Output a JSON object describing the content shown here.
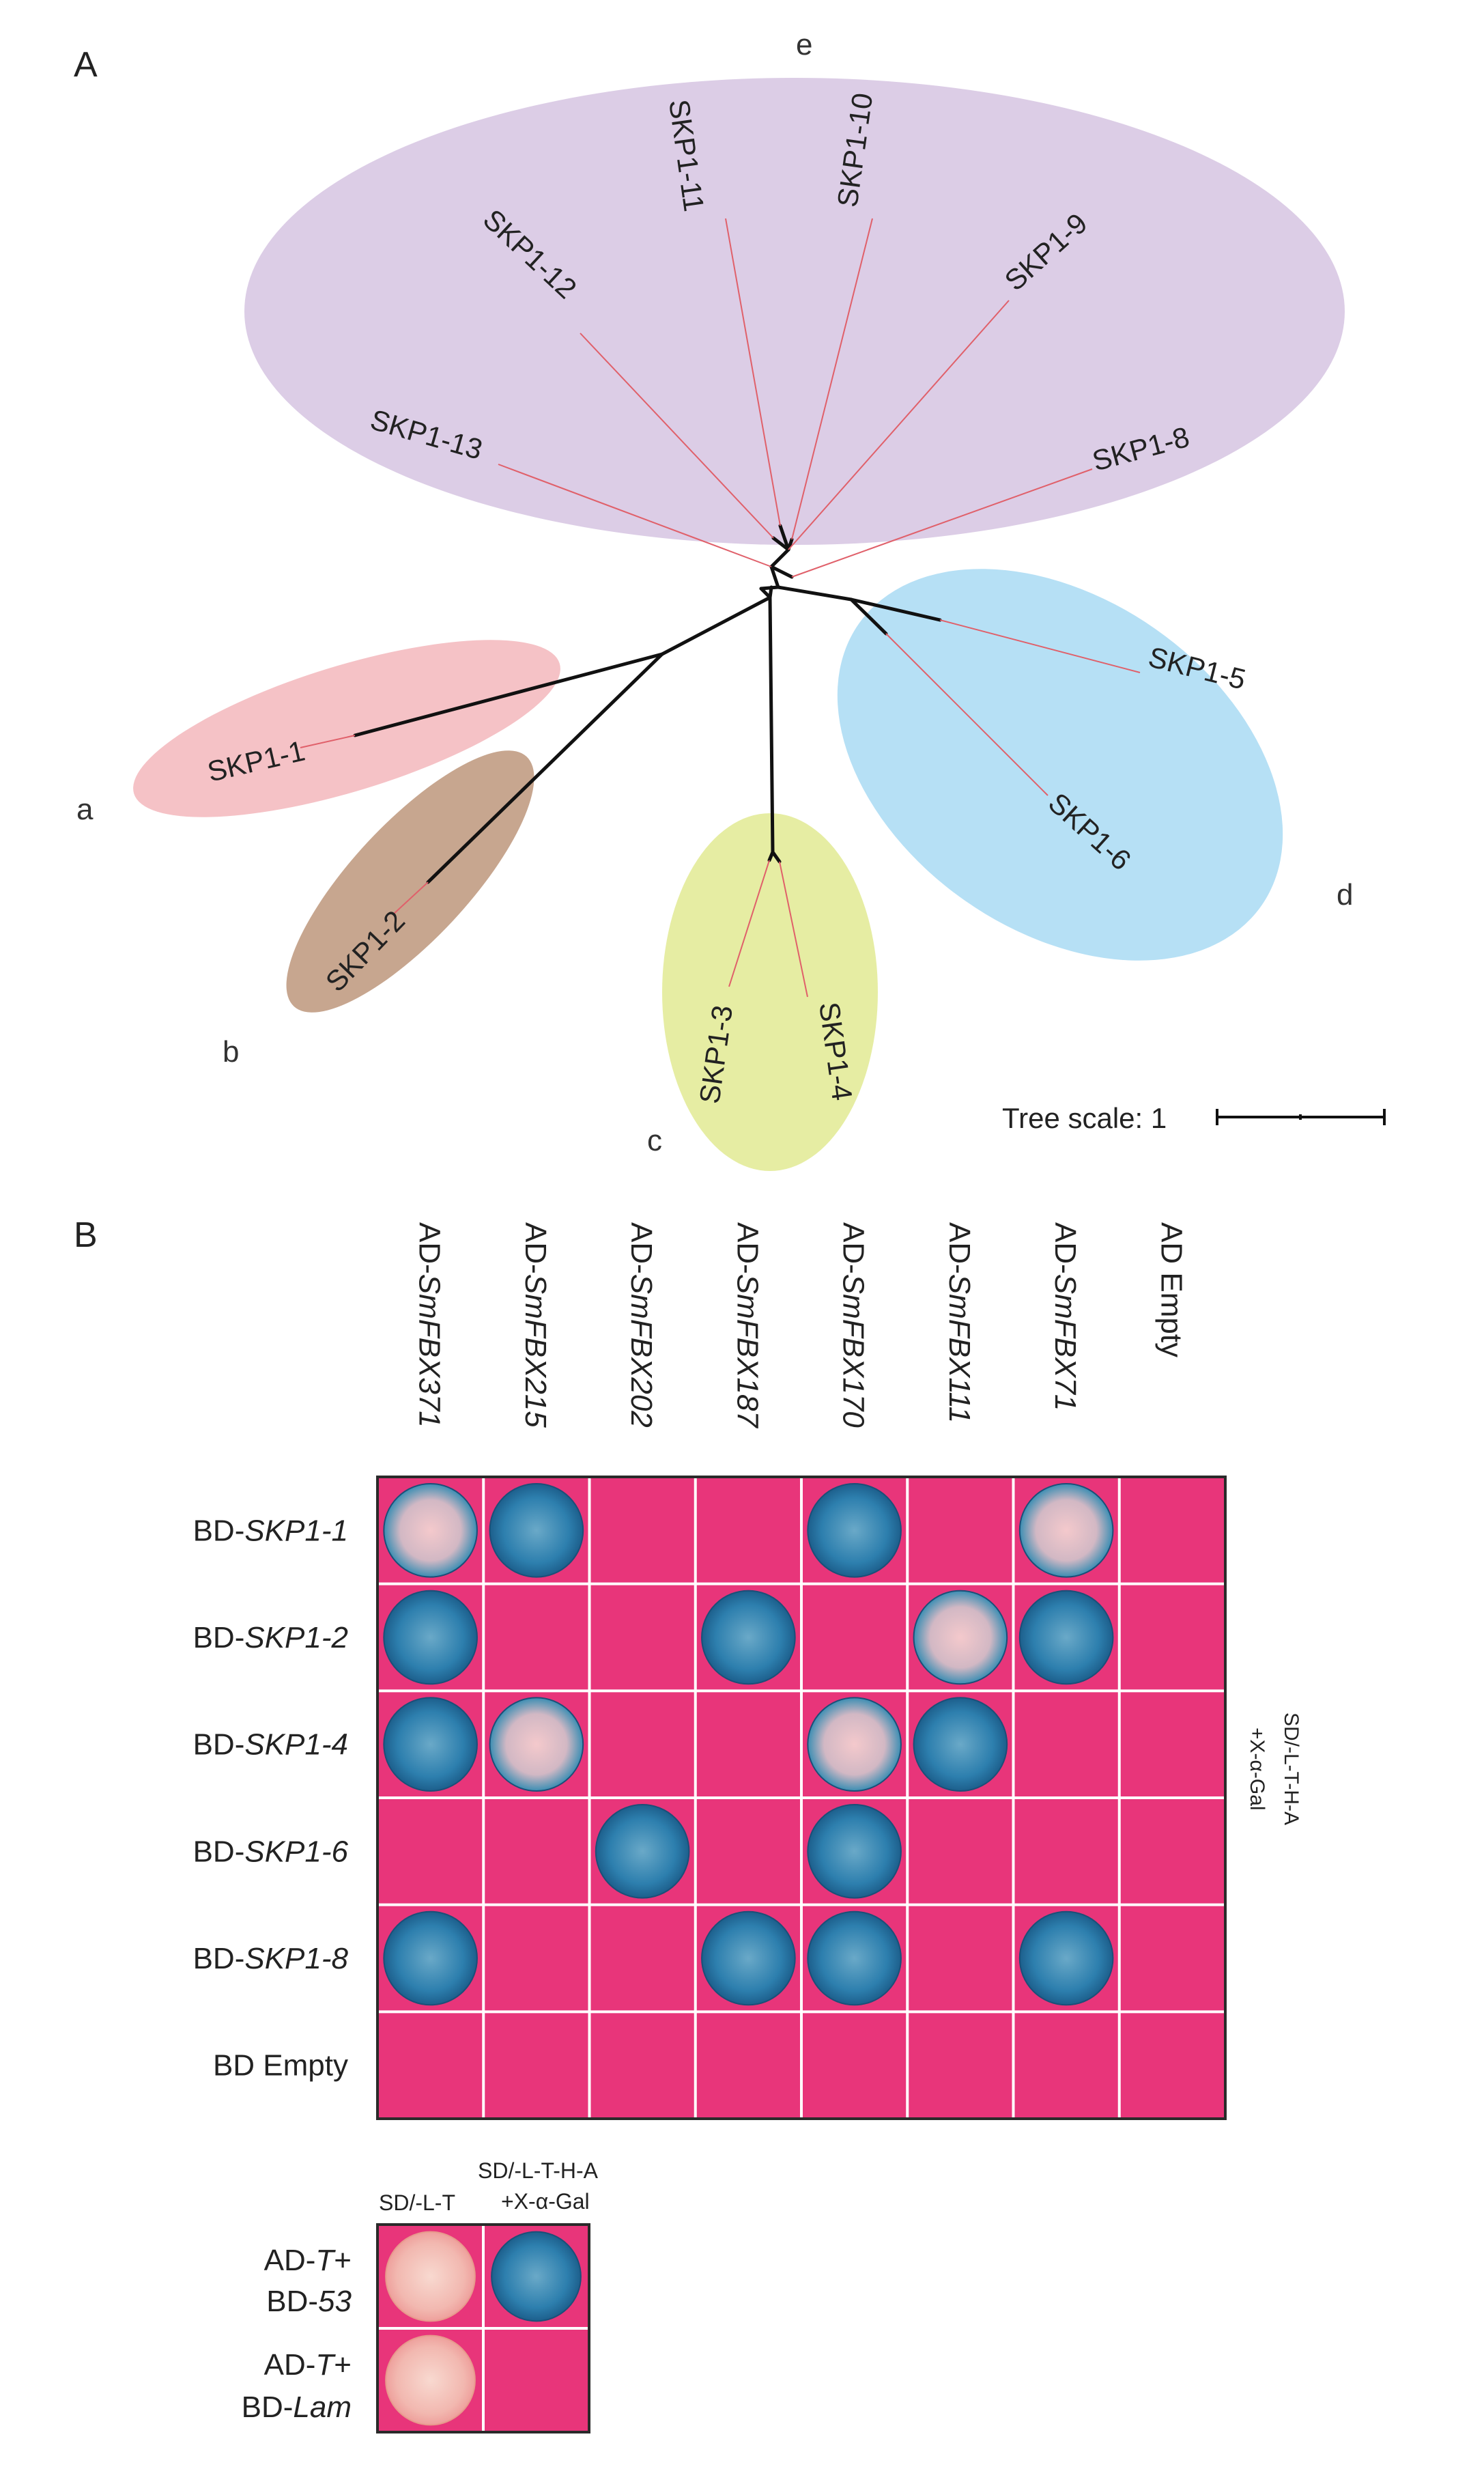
{
  "panel_a": {
    "label": "A",
    "groups": [
      {
        "id": "e",
        "color": "#dccde6",
        "label_color": "#333333",
        "members": [
          "SKP1-8",
          "SKP1-9",
          "SKP1-10",
          "SKP1-11",
          "SKP1-12",
          "SKP1-13"
        ]
      },
      {
        "id": "a",
        "color": "#f5c2c6",
        "label_color": "#333333",
        "members": [
          "SKP1-1"
        ]
      },
      {
        "id": "b",
        "color": "#c7a68f",
        "label_color": "#333333",
        "members": [
          "SKP1-2"
        ]
      },
      {
        "id": "c",
        "color": "#e6eda3",
        "label_color": "#333333",
        "members": [
          "SKP1-3",
          "SKP1-4"
        ]
      },
      {
        "id": "d",
        "color": "#b6e0f5",
        "label_color": "#333333",
        "members": [
          "SKP1-5",
          "SKP1-6"
        ]
      }
    ],
    "leaves": {
      "skp1_1": "SKP1-1",
      "skp1_2": "SKP1-2",
      "skp1_3": "SKP1-3",
      "skp1_4": "SKP1-4",
      "skp1_5": "SKP1-5",
      "skp1_6": "SKP1-6",
      "skp1_8": "SKP1-8",
      "skp1_9": "SKP1-9",
      "skp1_10": "SKP1-10",
      "skp1_11": "SKP1-11",
      "skp1_12": "SKP1-12",
      "skp1_13": "SKP1-13"
    },
    "scale_label": "Tree scale: 1",
    "leaf_line_color": "#e0606a",
    "branch_color": "#111111"
  },
  "panel_b": {
    "label": "B",
    "column_headers": [
      {
        "prefix": "AD-",
        "gene": "SmFBX371"
      },
      {
        "prefix": "AD-",
        "gene": "SmFBX215"
      },
      {
        "prefix": "AD-",
        "gene": "SmFBX202"
      },
      {
        "prefix": "AD-",
        "gene": "SmFBX187"
      },
      {
        "prefix": "AD-",
        "gene": "SmFBX170"
      },
      {
        "prefix": "AD-",
        "gene": "SmFBX111"
      },
      {
        "prefix": "AD-",
        "gene": "SmFBX71"
      },
      {
        "prefix": "",
        "gene": "AD Empty"
      }
    ],
    "row_headers": [
      {
        "prefix": "BD-",
        "gene": "SKP1-1"
      },
      {
        "prefix": "BD-",
        "gene": "SKP1-2"
      },
      {
        "prefix": "BD-",
        "gene": "SKP1-4"
      },
      {
        "prefix": "BD-",
        "gene": "SKP1-6"
      },
      {
        "prefix": "BD-",
        "gene": "SKP1-8"
      },
      {
        "prefix": "",
        "gene": "BD Empty"
      }
    ],
    "interactions": [
      [
        1,
        1,
        0,
        0,
        1,
        0,
        1,
        0
      ],
      [
        1,
        0,
        0,
        1,
        0,
        1,
        1,
        0
      ],
      [
        1,
        1,
        0,
        0,
        1,
        1,
        0,
        0
      ],
      [
        0,
        0,
        1,
        0,
        1,
        0,
        0,
        0
      ],
      [
        1,
        0,
        0,
        1,
        1,
        0,
        1,
        0
      ],
      [
        0,
        0,
        0,
        0,
        0,
        0,
        0,
        0
      ]
    ],
    "medium_label_line1": "SD/-L-T-H-A",
    "medium_label_line2": "+X-α-Gal",
    "plate_color": "#e8357a",
    "colony_color": "#2f86b5"
  },
  "controls": {
    "col1_label": "SD/-L-T",
    "col2_label_line1": "SD/-L-T-H-A",
    "col2_label_line2": "+X-α-Gal",
    "row1_line1_prefix": "AD-",
    "row1_line1_gene": "T",
    "row1_line1_suffix": "+",
    "row1_line2_prefix": "BD-",
    "row1_line2_gene": "53",
    "row2_line1_prefix": "AD-",
    "row2_line1_gene": "T",
    "row2_line1_suffix": "+",
    "row2_line2_prefix": "BD-",
    "row2_line2_gene": "Lam",
    "growth": [
      [
        1,
        1
      ],
      [
        1,
        0
      ]
    ]
  }
}
